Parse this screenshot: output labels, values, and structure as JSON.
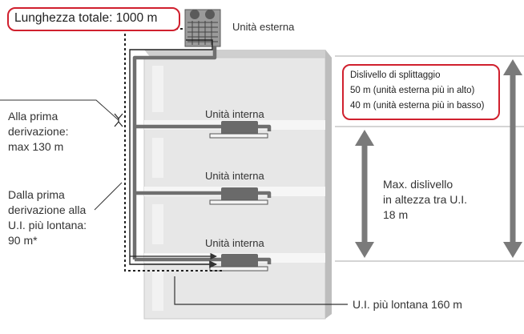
{
  "title_callout": "Lunghezza totale: 1000 m",
  "outdoor_label": "Unità esterna",
  "indoor_units": [
    "Unità interna",
    "Unità interna",
    "Unità interna"
  ],
  "first_branch": [
    "Alla prima",
    "derivazione:",
    "max 130 m"
  ],
  "farthest_from_branch": [
    "Dalla prima",
    "derivazione alla",
    "U.I. più lontana:",
    "90 m*"
  ],
  "split_box": [
    "Dislivello di splittaggio",
    "50 m (unità esterna più in alto)",
    "40 m (unità esterna più in basso)"
  ],
  "max_height_diff": [
    "Max. dislivello",
    "in altezza tra U.I.",
    "18 m"
  ],
  "farthest_total": "U.I. più lontana 160 m",
  "colors": {
    "accent_red": "#d0202e",
    "pipe": "#6f6f6f",
    "building": "#e6e6e6",
    "arrow": "#666666"
  }
}
